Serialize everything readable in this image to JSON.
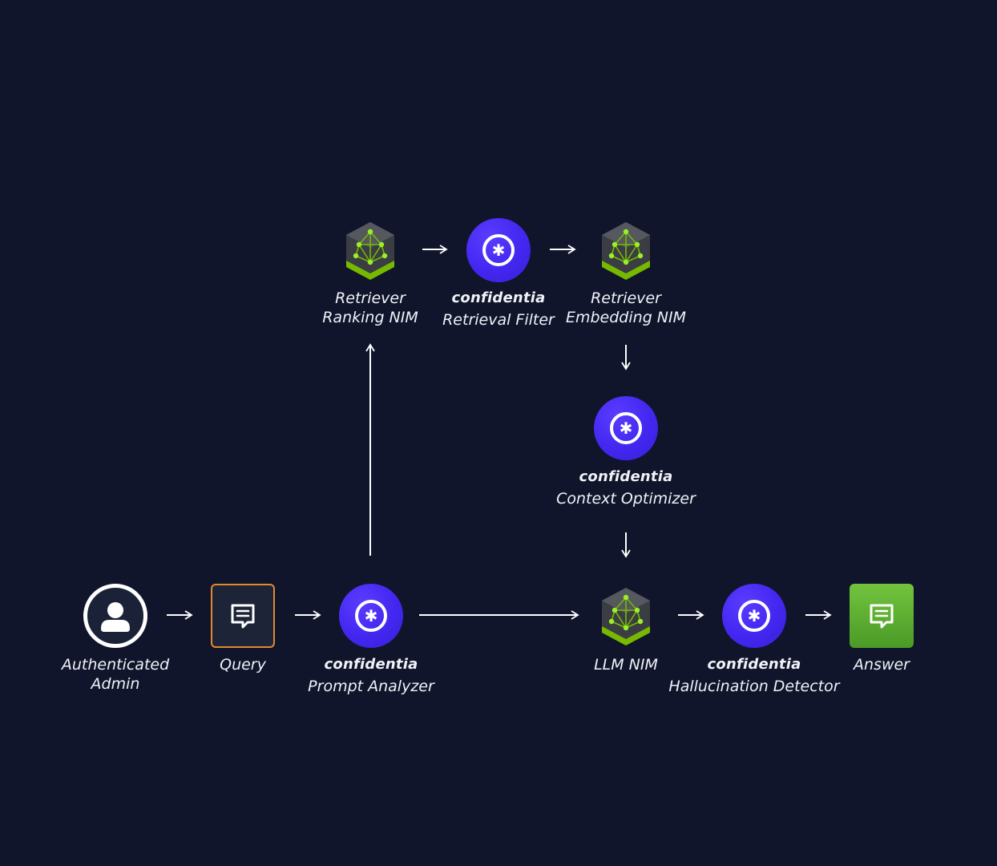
{
  "nodes": {
    "admin": {
      "line1": "Authenticated",
      "line2": "Admin",
      "icon": "user-icon"
    },
    "query": {
      "line1": "Query",
      "icon": "chat-icon"
    },
    "prompt_analyzer": {
      "brand": "confidentia",
      "sub": "Prompt Analyzer",
      "icon": "confidentia-logo-icon"
    },
    "retriever_ranking": {
      "line1": "Retriever",
      "line2": "Ranking NIM",
      "icon": "nim-cube-icon"
    },
    "retrieval_filter": {
      "brand": "confidentia",
      "sub": "Retrieval Filter",
      "icon": "confidentia-logo-icon"
    },
    "retriever_embedding": {
      "line1": "Retriever",
      "line2": "Embedding NIM",
      "icon": "nim-cube-icon"
    },
    "context_optimizer": {
      "brand": "confidentia",
      "sub": "Context Optimizer",
      "icon": "confidentia-logo-icon"
    },
    "llm_nim": {
      "line1": "LLM NIM",
      "icon": "nim-cube-icon"
    },
    "hallucination_detector": {
      "brand": "confidentia",
      "sub": "Hallucination Detector",
      "icon": "confidentia-logo-icon"
    },
    "answer": {
      "line1": "Answer",
      "icon": "chat-icon"
    }
  },
  "colors": {
    "background": "#10152b",
    "confidentia": "#4327f0",
    "nim_green": "#76b900",
    "query_border": "#e08a2e",
    "answer_green": "#5aaf32"
  }
}
